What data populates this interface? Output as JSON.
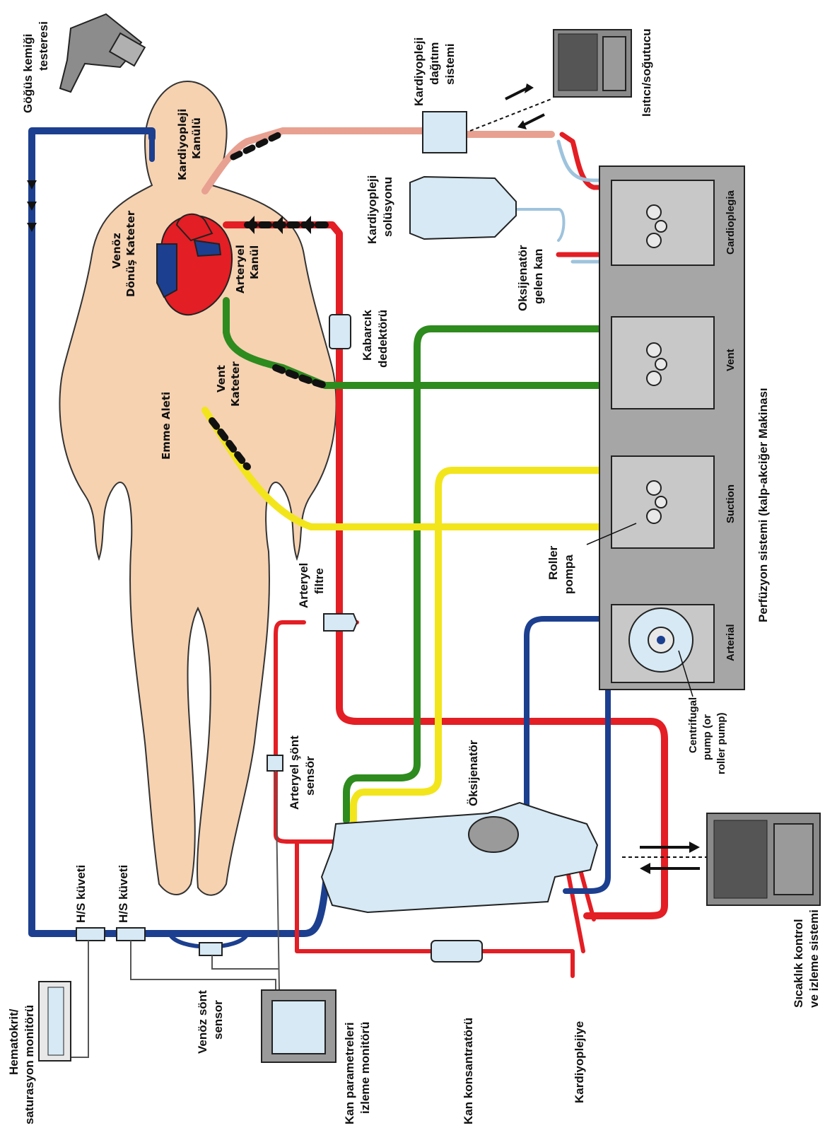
{
  "labels": {
    "sternum_saw": [
      "Göğüs kemiği",
      "testeresi"
    ],
    "cardioplegia_cannula": [
      "Kardiyopleji",
      "Kanülü"
    ],
    "venous_return_catheter": [
      "Venöz",
      "Dönüş Kateter"
    ],
    "arterial_cannula": [
      "Arteryel",
      "Kanül"
    ],
    "vent_catheter": [
      "Vent",
      "Kateter"
    ],
    "suction_device": [
      "Emme Aleti"
    ],
    "cardioplegia_distribution": [
      "Kardiyopleji",
      "dağıtım",
      "sistemi"
    ],
    "heater_cooler": [
      "Isıtıcı/soğutucu"
    ],
    "cardioplegia_solution": [
      "Kardiyopleji",
      "solüsyonu"
    ],
    "oxygenator_blood": [
      "Oksijenatör",
      "gelen kan"
    ],
    "bubble_detector": [
      "Kabarcık",
      "dedektörü"
    ],
    "roller_pump": [
      "Roller",
      "pompa"
    ],
    "arterial_filter": [
      "Arteryel",
      "filtre"
    ],
    "arterial_shunt_sensor": [
      "Arteryel şönt",
      "sensör"
    ],
    "oxygenator": [
      "Öksijenatör"
    ],
    "centrifugal_pump": [
      "Centrifugal",
      "pump (or",
      "roller pump)"
    ],
    "temp_control": [
      "Sıcaklık kontrol",
      "ve izleme sistemi"
    ],
    "hs_cuvette_1": [
      "H/S küveti"
    ],
    "hs_cuvette_2": [
      "H/S küveti"
    ],
    "hematocrit_monitor": [
      "Hematokrit/",
      "saturasyon monitörü"
    ],
    "venous_shunt_sensor": [
      "Venöz sönt",
      "sensor"
    ],
    "blood_param_monitor": [
      "Kan parametreleri",
      "izleme monitörü"
    ],
    "blood_concentrator": [
      "Kan konsantratörü"
    ],
    "to_cardioplegia": [
      "Kardiyoplejiye"
    ],
    "machine_title": [
      "Perfüzyon sistemi (kalp-akciğer Makinası"
    ]
  },
  "pump_heads": {
    "cardioplegia": "Cardioplegia",
    "vent": "Vent",
    "suction": "Suction",
    "arterial": "Arterial"
  },
  "colors": {
    "body": "#f6d2b1",
    "venous": "#1c3f8f",
    "arterial": "#e31e24",
    "vent": "#2e8b1e",
    "suction": "#f2e51c",
    "cardioplegia_line": "#e8a090",
    "device_fill": "#d6e9f5",
    "machine": "#a6a6a6"
  }
}
